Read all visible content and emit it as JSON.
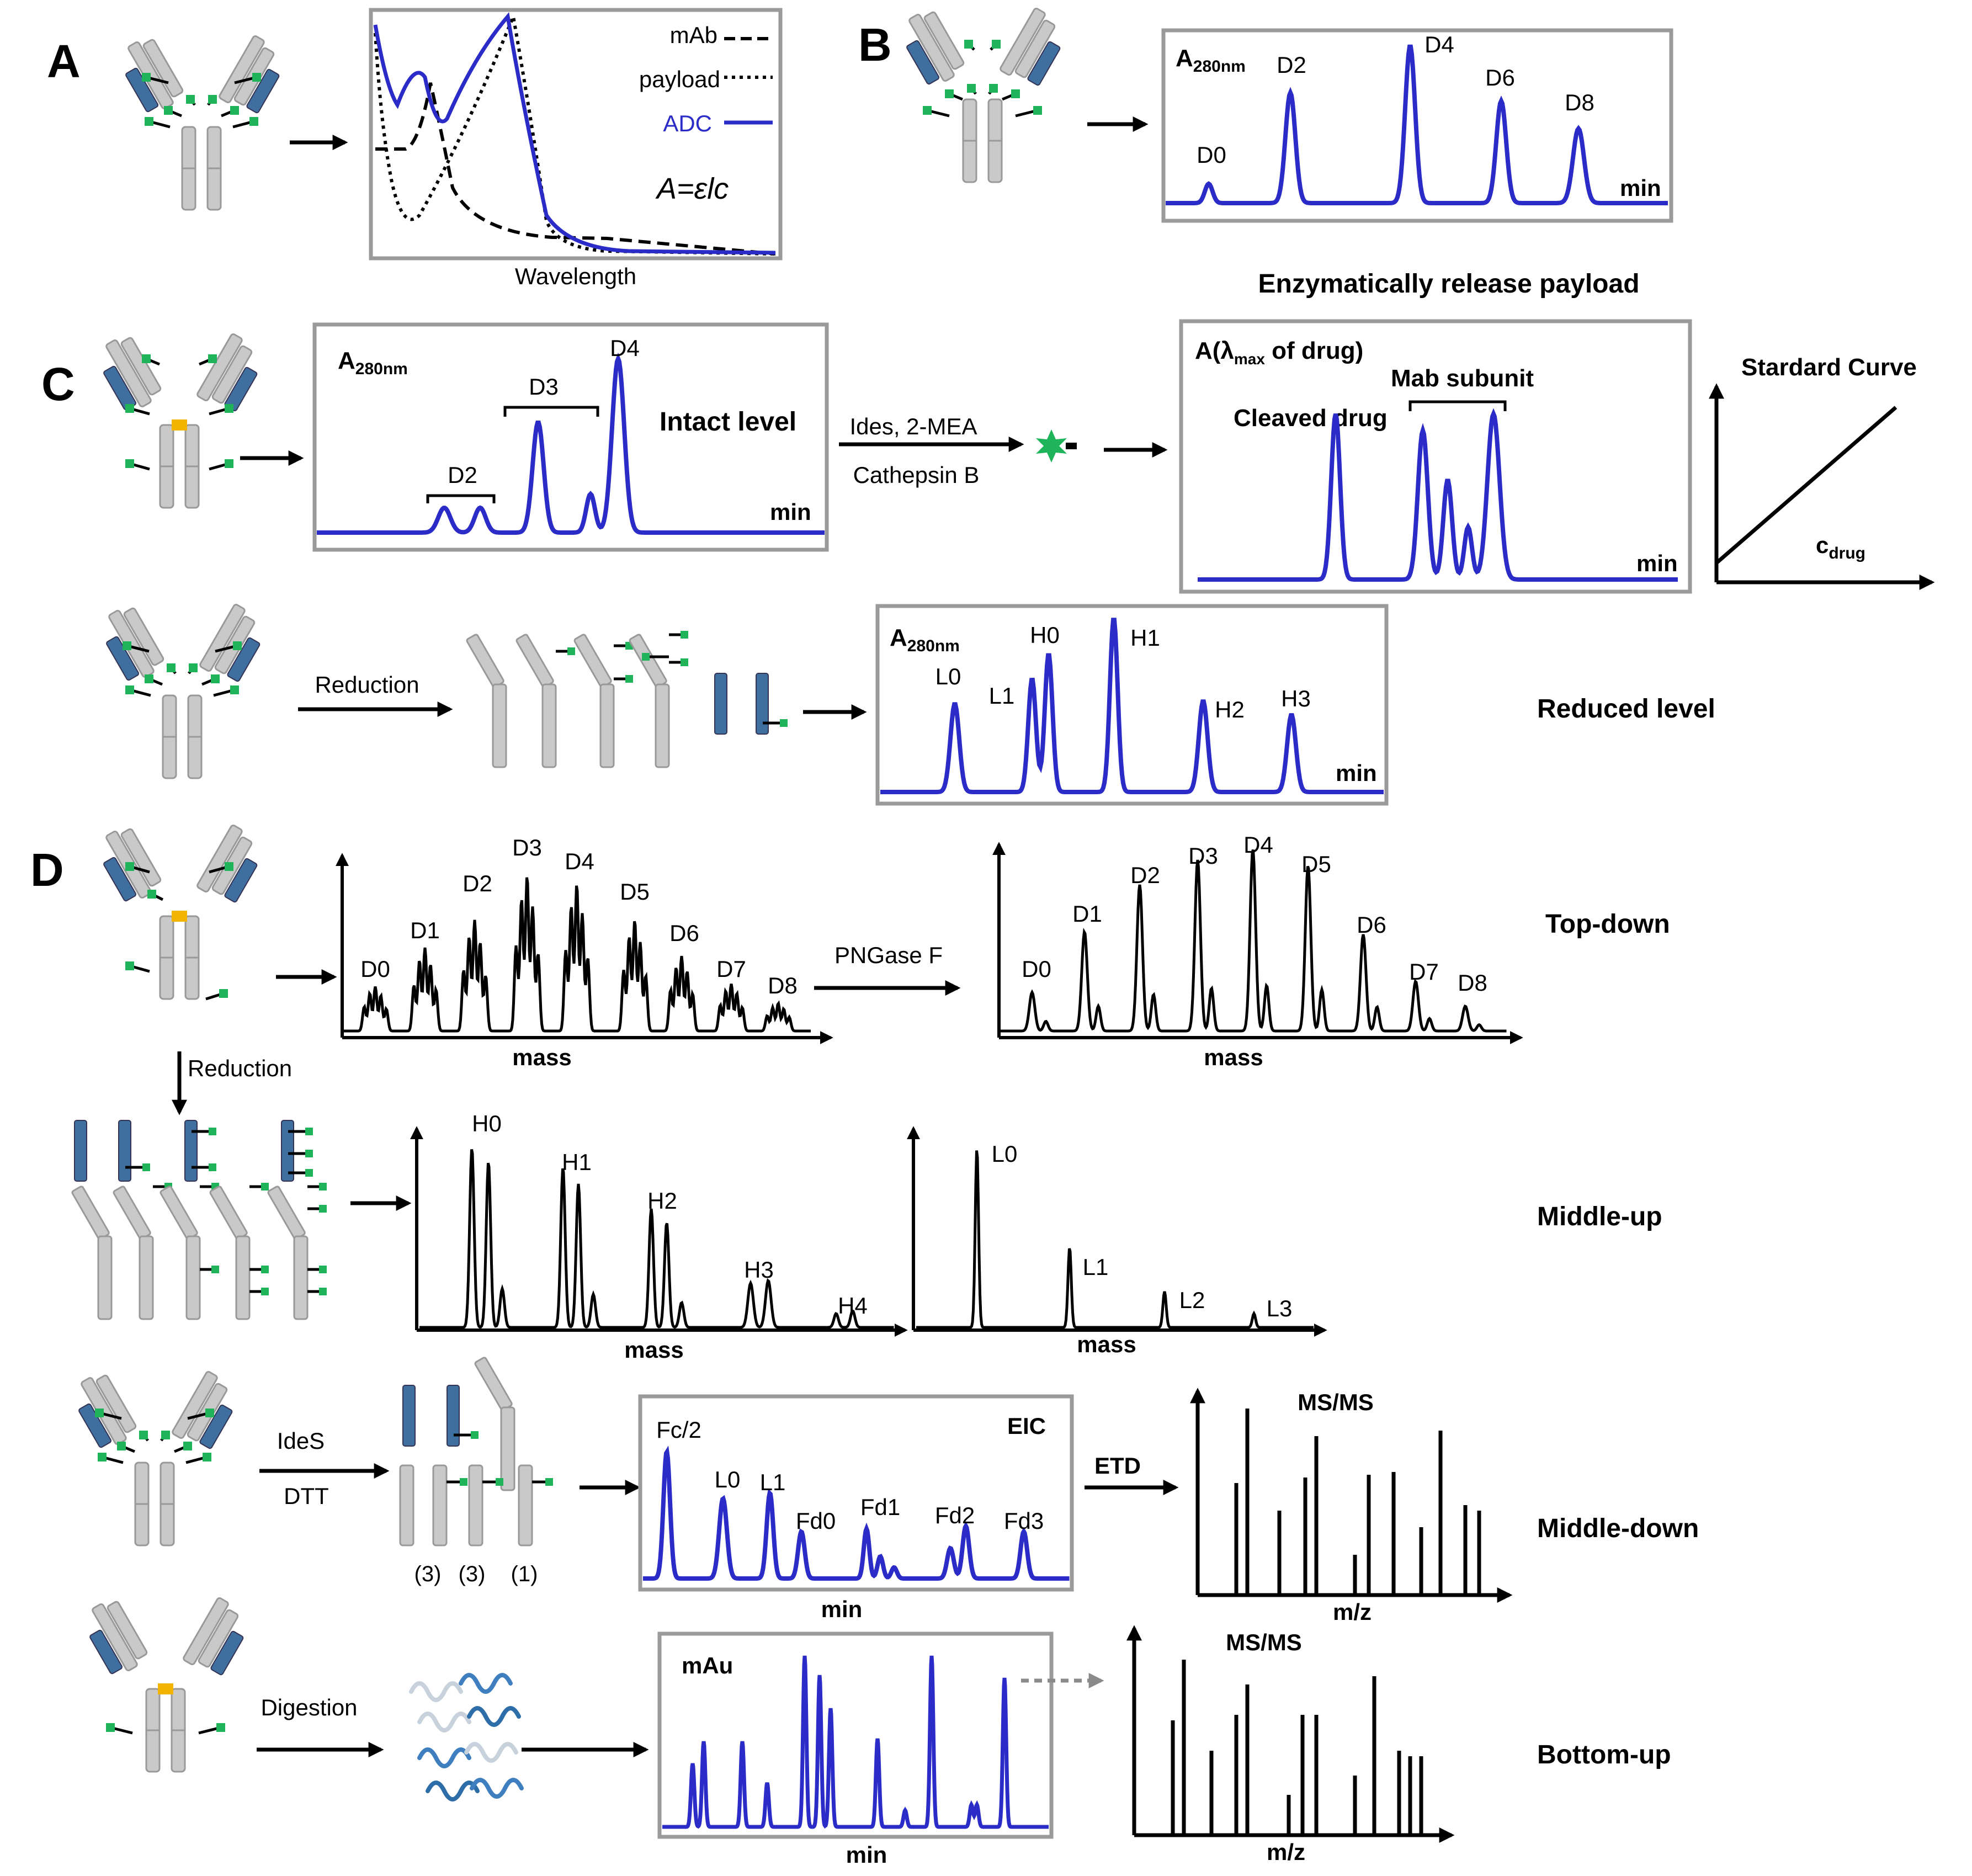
{
  "colors": {
    "trace_blue": "#2b2bc8",
    "ab_gray": "#c9c9c9",
    "ab_blue": "#3e6f9e",
    "drug_green": "#1fb35a",
    "hinge_orange": "#f2b400",
    "box_border": "#9a9a9a"
  },
  "icons": [
    "antibody-icon",
    "drug-payload-icon",
    "peptide-icon",
    "arrow-icon"
  ],
  "panelA": {
    "letter": "A",
    "legend": [
      "mAb",
      "payload",
      "ADC"
    ],
    "equation": "A=εlc",
    "xlabel": "Wavelength"
  },
  "panelB": {
    "letter": "B",
    "ylabel": "A",
    "ylabel_sub": "280nm",
    "xunit": "min",
    "peaks": [
      "D0",
      "D2",
      "D4",
      "D6",
      "D8"
    ]
  },
  "panelC": {
    "letter": "C",
    "intact": {
      "ylabel": "A",
      "ylabel_sub": "280nm",
      "level": "Intact level",
      "xunit": "min",
      "peaks": [
        "D2",
        "D3",
        "D4"
      ]
    },
    "arrow_top": "Ides, 2-MEA",
    "arrow_bottom": "Cathepsin B",
    "release_title": "Enzymatically release payload",
    "release": {
      "ylabel_pre": "A(λ",
      "ylabel_sub": "max",
      "ylabel_post": " of drug)",
      "cleaved": "Cleaved drug",
      "mab": "Mab subunit",
      "xunit": "min"
    },
    "std_curve": {
      "title": "Stardard Curve",
      "xlabel": "c",
      "xlabel_sub": "drug"
    },
    "reduction_label": "Reduction",
    "reduced": {
      "ylabel": "A",
      "ylabel_sub": "280nm",
      "xunit": "min",
      "peaks": [
        "L0",
        "L1",
        "H0",
        "H1",
        "H2",
        "H3"
      ]
    },
    "level_label": "Reduced level"
  },
  "panelD": {
    "letter": "D",
    "topdown": {
      "left_peaks": [
        "D0",
        "D1",
        "D2",
        "D3",
        "D4",
        "D5",
        "D6",
        "D7",
        "D8"
      ],
      "right_peaks": [
        "D0",
        "D1",
        "D2",
        "D3",
        "D4",
        "D5",
        "D6",
        "D7",
        "D8"
      ],
      "arrow_label": "PNGase F",
      "xlabel": "mass",
      "label": "Top-down"
    },
    "reduction_label": "Reduction",
    "middleup": {
      "h_peaks": [
        "H0",
        "H1",
        "H2",
        "H3",
        "H4"
      ],
      "l_peaks": [
        "L0",
        "L1",
        "L2",
        "L3"
      ],
      "xlabel": "mass",
      "label": "Middle-up"
    },
    "middledown": {
      "enzyme": "IdeS",
      "reductant": "DTT",
      "counts": [
        "(3)",
        "(3)",
        "(1)"
      ],
      "eic_label": "EIC",
      "peaks": [
        "Fc/2",
        "L0",
        "L1",
        "Fd0",
        "Fd1",
        "Fd2",
        "Fd3"
      ],
      "xunit": "min",
      "etd": "ETD",
      "msms": "MS/MS",
      "mz": "m/z",
      "label": "Middle-down"
    },
    "bottomup": {
      "digestion": "Digestion",
      "ylabel": "mAu",
      "xunit": "min",
      "msms": "MS/MS",
      "mz": "m/z",
      "label": "Bottom-up"
    }
  }
}
